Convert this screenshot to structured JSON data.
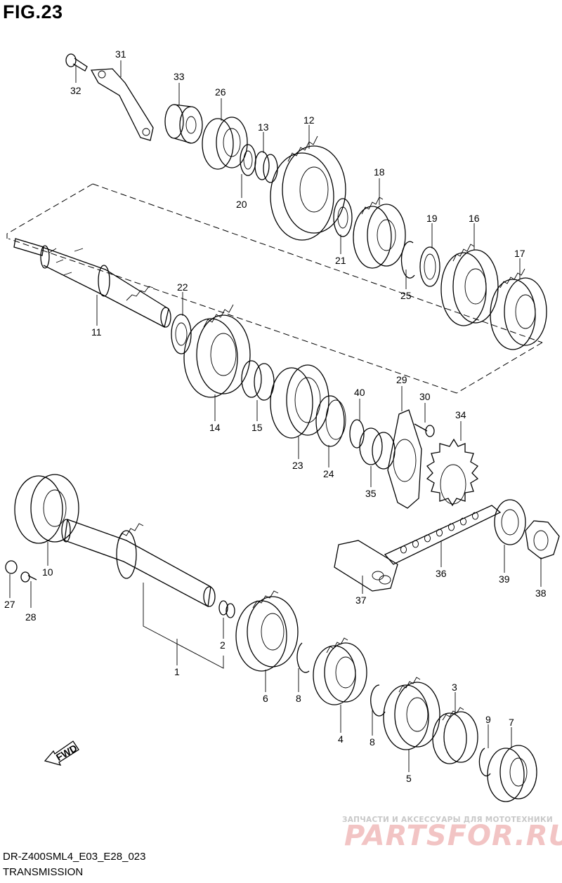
{
  "figure_title": "FIG.23",
  "footer": {
    "code": "DR-Z400SML4_E03_E28_023",
    "title": "TRANSMISSION"
  },
  "watermark": {
    "subtitle": "ЗАПЧАСТИ И АКСЕССУАРЫ ДЛЯ МОТОТЕХНИКИ",
    "brand": "PARTSFOR.RU"
  },
  "fwd_label": "FWD",
  "callouts": {
    "c1": "1",
    "c2": "2",
    "c3": "3",
    "c4": "4",
    "c5": "5",
    "c6": "6",
    "c7": "7",
    "c8a": "8",
    "c8b": "8",
    "c9": "9",
    "c10": "10",
    "c11": "11",
    "c12": "12",
    "c13": "13",
    "c14": "14",
    "c15": "15",
    "c16": "16",
    "c17": "17",
    "c18": "18",
    "c19": "19",
    "c20": "20",
    "c21": "21",
    "c22": "22",
    "c23": "23",
    "c24": "24",
    "c25": "25",
    "c26": "26",
    "c27": "27",
    "c28": "28",
    "c29": "29",
    "c30": "30",
    "c31": "31",
    "c32": "32",
    "c33": "33",
    "c34": "34",
    "c35": "35",
    "c36": "36",
    "c37": "37",
    "c38": "38",
    "c39": "39",
    "c40": "40"
  }
}
